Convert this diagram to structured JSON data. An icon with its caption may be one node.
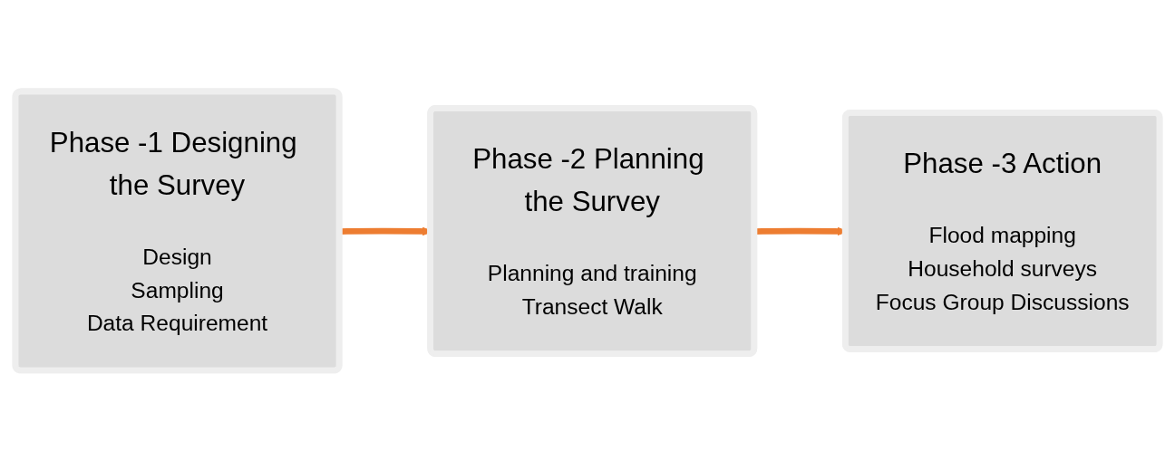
{
  "diagram": {
    "nodes": [
      {
        "text": [
          "Phase -1 Designing the Survey",
          "Design",
          "Sampling",
          "Data Requirement"
        ]
      },
      {
        "text": [
          "Phase -2 Planning the Survey",
          "Planning and training",
          "Transect Walk"
        ]
      },
      {
        "text": [
          "Phase -3 Action",
          "Flood mapping",
          "Household surveys",
          "Focus Group Discussions"
        ]
      }
    ],
    "edges": [
      {
        "from": 0,
        "to": 1,
        "arrow": "to",
        "color": "#ed7d31"
      },
      {
        "from": 1,
        "to": 2,
        "arrow": "to",
        "color": "#ed7d31"
      }
    ]
  }
}
